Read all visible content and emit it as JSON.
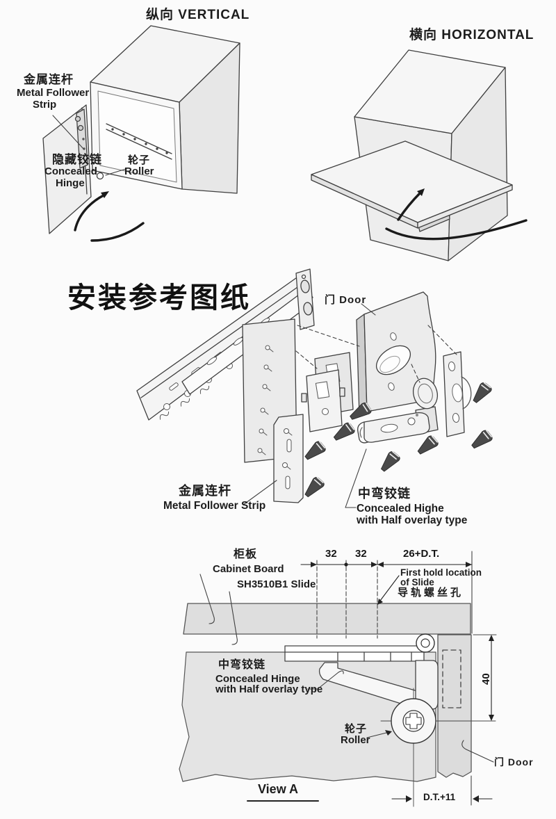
{
  "colors": {
    "line": "#3f3f3f",
    "fill_light": "#f3f3f3",
    "fill_mid": "#e6e6e6",
    "fill_dark": "#d9d9d9",
    "text": "#1c1c1c"
  },
  "top_left": {
    "title": "纵向 VERTICAL",
    "metal_strip_zh": "金属连杆",
    "metal_strip_en_line1": "Metal Follower",
    "metal_strip_en_line2": "Strip",
    "concealed_hinge_zh": "隐藏铰链",
    "concealed_hinge_en_line1": "Concealed",
    "concealed_hinge_en_line2": "Hinge",
    "roller_zh": "轮子",
    "roller_en": "Roller"
  },
  "top_right": {
    "title": "横向 HORIZONTAL"
  },
  "middle": {
    "title": "安装参考图纸",
    "door_label": "门 Door",
    "metal_strip_zh": "金属连杆",
    "metal_strip_en": "Metal Follower Strip",
    "hinge_zh": "中弯铰链",
    "hinge_en_line1": "Concealed Highe",
    "hinge_en_line2": "with Half overlay type"
  },
  "bottom": {
    "cabinet_board_zh": "柜板",
    "cabinet_board_en": "Cabinet Board",
    "slide_label": "SH3510B1 Slide",
    "dim_32_left": "32",
    "dim_32_right": "32",
    "dim_26dt": "26+D.T.",
    "first_hole_line1": "First hold location",
    "first_hole_line2": "of Slide",
    "rail_screw_hole_zh": "导轨螺丝孔",
    "hinge_zh": "中弯铰链",
    "hinge_en_line1": "Concealed Hinge",
    "hinge_en_line2": "with Half overlay type",
    "roller_zh": "轮子",
    "roller_en": "Roller",
    "dim_40": "40",
    "door_label": "门 Door",
    "view_label": "View A",
    "dim_dt11": "D.T.+11"
  }
}
